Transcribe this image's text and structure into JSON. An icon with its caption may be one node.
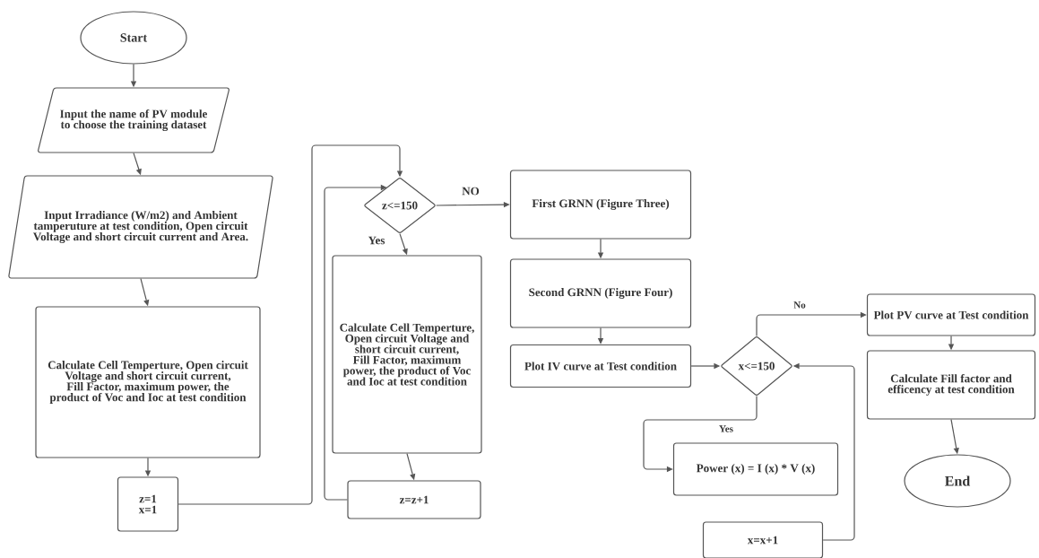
{
  "diagram": {
    "nodes": [
      {
        "text": [
          "Start"
        ]
      },
      {
        "text": [
          "Input the name of PV module to choose the training dataset"
        ]
      },
      {
        "text": [
          "Input Irradiance (W/m2) and Ambient tamperuture at test condition, Open circuit Voltage and short circuit current and Area."
        ]
      },
      {
        "text": [
          "Calculate Cell Temperture, Open circuit Voltage and short circuit current, Fill Factor, maximum power, the product of Voc and Ioc at test condition"
        ]
      },
      {
        "text": [
          "z=1 x=1"
        ]
      },
      {
        "text": [
          "z<=150"
        ]
      },
      {
        "text": [
          "Calculate Cell Temperture, Open circuit Voltage and short circuit current, Fill Factor, maximum power, the product of Voc and Ioc at test condition"
        ]
      },
      {
        "text": [
          "z=z+1"
        ]
      },
      {
        "text": [
          "First GRNN (Figure Three)"
        ]
      },
      {
        "text": [
          "Second GRNN (Figure Four)"
        ]
      },
      {
        "text": [
          "Plot IV curve at Test condition"
        ]
      },
      {
        "text": [
          "x<=150"
        ]
      },
      {
        "text": [
          "Plot PV curve at Test condition"
        ]
      },
      {
        "text": [
          "Calculate Fill factor and efficency at test condition"
        ]
      },
      {
        "text": [
          "End"
        ]
      },
      {
        "text": [
          "Power (x) = I (x) * V (x)"
        ]
      },
      {
        "text": [
          "x=x+1"
        ]
      }
    ],
    "edges": [
      {
        "from": 0,
        "to": 1,
        "arrow": "to"
      },
      {
        "from": 1,
        "to": 2,
        "arrow": "to"
      },
      {
        "from": 2,
        "to": 3,
        "arrow": "to"
      },
      {
        "from": 3,
        "to": 4,
        "arrow": "to"
      },
      {
        "from": 4,
        "to": 5,
        "arrow": "to"
      },
      {
        "from": 5,
        "to": 6,
        "arrow": "to",
        "label": "Yes"
      },
      {
        "from": 5,
        "to": 8,
        "arrow": "to",
        "label": "NO"
      },
      {
        "from": 6,
        "to": 7,
        "arrow": "to"
      },
      {
        "from": 7,
        "to": 5,
        "arrow": "to"
      },
      {
        "from": 8,
        "to": 9,
        "arrow": "to"
      },
      {
        "from": 9,
        "to": 10,
        "arrow": "to"
      },
      {
        "from": 10,
        "to": 11,
        "arrow": "to"
      },
      {
        "from": 11,
        "to": 12,
        "arrow": "to",
        "label": "No"
      },
      {
        "from": 11,
        "to": 15,
        "arrow": "to",
        "label": "Yes"
      },
      {
        "from": 12,
        "to": 13,
        "arrow": "to"
      },
      {
        "from": 13,
        "to": 14,
        "arrow": "to"
      },
      {
        "from": 16,
        "to": 11,
        "arrow": "to"
      }
    ]
  }
}
